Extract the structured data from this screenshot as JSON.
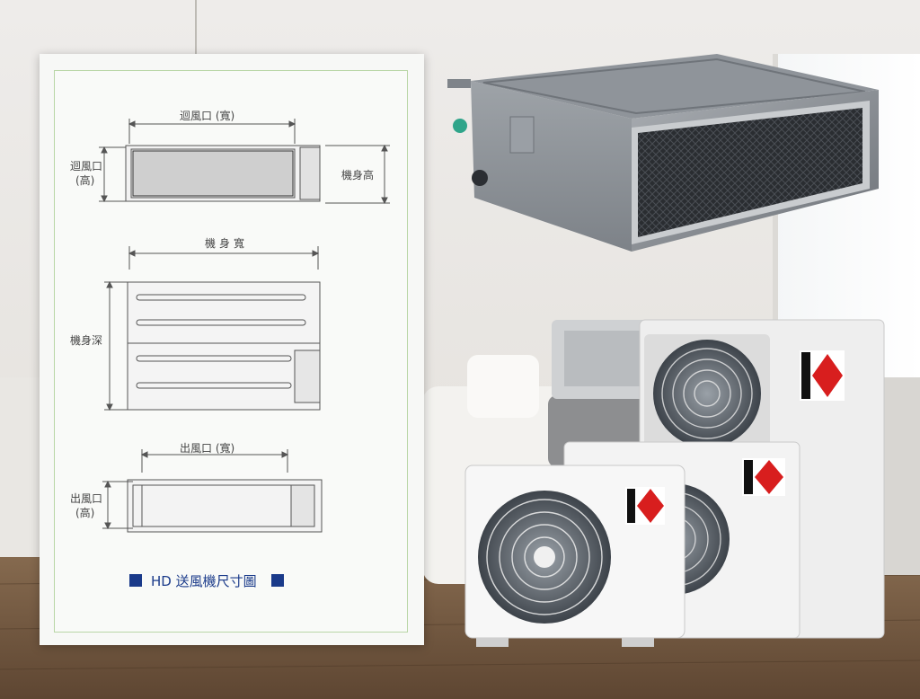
{
  "diagram": {
    "top_view": {
      "return_air_width": "迴風口 (寬)",
      "return_air_height_line1": "迴風口",
      "return_air_height_line2": "(高)",
      "body_height": "機身高"
    },
    "plan_view": {
      "body_width": "機身寬",
      "body_depth": "機身深"
    },
    "front_view": {
      "outlet_width": "出風口 (寬)",
      "outlet_height_line1": "出風口",
      "outlet_height_line2": "(高)"
    },
    "caption": "HD 送風機尺寸圖"
  },
  "colors": {
    "caption_blue": "#1a3a8a",
    "frame_green": "#b9d6a6",
    "brand_red": "#d81e1e"
  },
  "icons": {
    "caption_marker": "square-bullet",
    "brand": "brand-logo-red-diamond"
  }
}
